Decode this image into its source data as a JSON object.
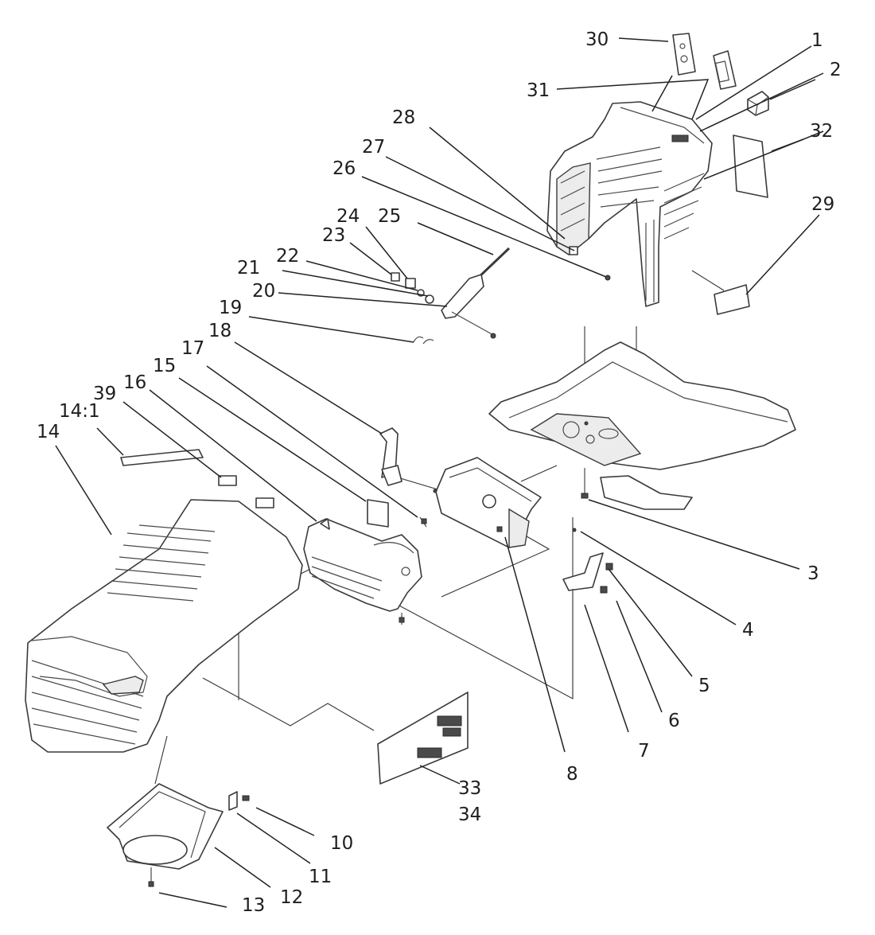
{
  "callouts": [
    {
      "id": "1",
      "text": "1"
    },
    {
      "id": "2",
      "text": "2"
    },
    {
      "id": "3",
      "text": "3"
    },
    {
      "id": "4",
      "text": "4"
    },
    {
      "id": "5",
      "text": "5"
    },
    {
      "id": "6",
      "text": "6"
    },
    {
      "id": "7",
      "text": "7"
    },
    {
      "id": "8",
      "text": "8"
    },
    {
      "id": "10",
      "text": "10"
    },
    {
      "id": "11",
      "text": "11"
    },
    {
      "id": "12",
      "text": "12"
    },
    {
      "id": "13",
      "text": "13"
    },
    {
      "id": "14",
      "text": "14"
    },
    {
      "id": "14_1",
      "text": "14:1"
    },
    {
      "id": "15",
      "text": "15"
    },
    {
      "id": "16",
      "text": "16"
    },
    {
      "id": "17",
      "text": "17"
    },
    {
      "id": "18",
      "text": "18"
    },
    {
      "id": "19",
      "text": "19"
    },
    {
      "id": "20",
      "text": "20"
    },
    {
      "id": "21",
      "text": "21"
    },
    {
      "id": "22",
      "text": "22"
    },
    {
      "id": "23",
      "text": "23"
    },
    {
      "id": "24",
      "text": "24"
    },
    {
      "id": "25",
      "text": "25"
    },
    {
      "id": "26",
      "text": "26"
    },
    {
      "id": "27",
      "text": "27"
    },
    {
      "id": "28",
      "text": "28"
    },
    {
      "id": "29",
      "text": "29"
    },
    {
      "id": "30",
      "text": "30"
    },
    {
      "id": "31",
      "text": "31"
    },
    {
      "id": "32",
      "text": "32"
    },
    {
      "id": "33",
      "text": "33"
    },
    {
      "id": "34",
      "text": "34"
    },
    {
      "id": "39",
      "text": "39"
    }
  ],
  "colors": {
    "background": "#ffffff",
    "line": "#3a3a3a",
    "text": "#1e1e1e"
  }
}
